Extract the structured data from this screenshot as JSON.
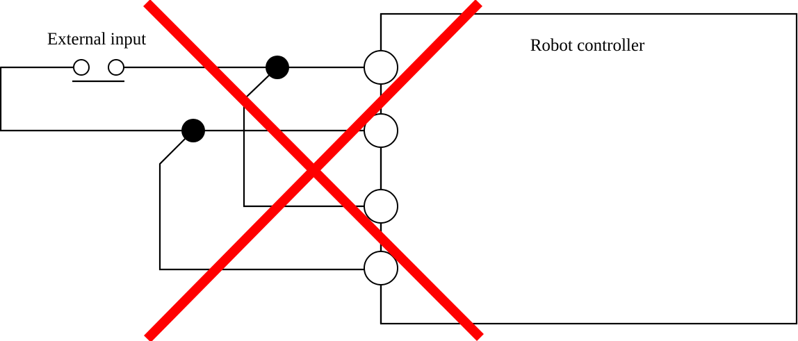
{
  "diagram": {
    "type": "wiring-diagram",
    "labels": {
      "external_input": "External input",
      "robot_controller": "Robot controller"
    },
    "components": {
      "switch": "normally-open push button (external input)",
      "controller_terminals": 4,
      "junction_dots": 2
    },
    "overlay": {
      "symbol": "cross-mark",
      "meaning": "incorrect wiring",
      "color": "#ff0000"
    },
    "colors": {
      "wire": "#000000",
      "background": "#ffffff",
      "cross": "#ff0000"
    }
  }
}
